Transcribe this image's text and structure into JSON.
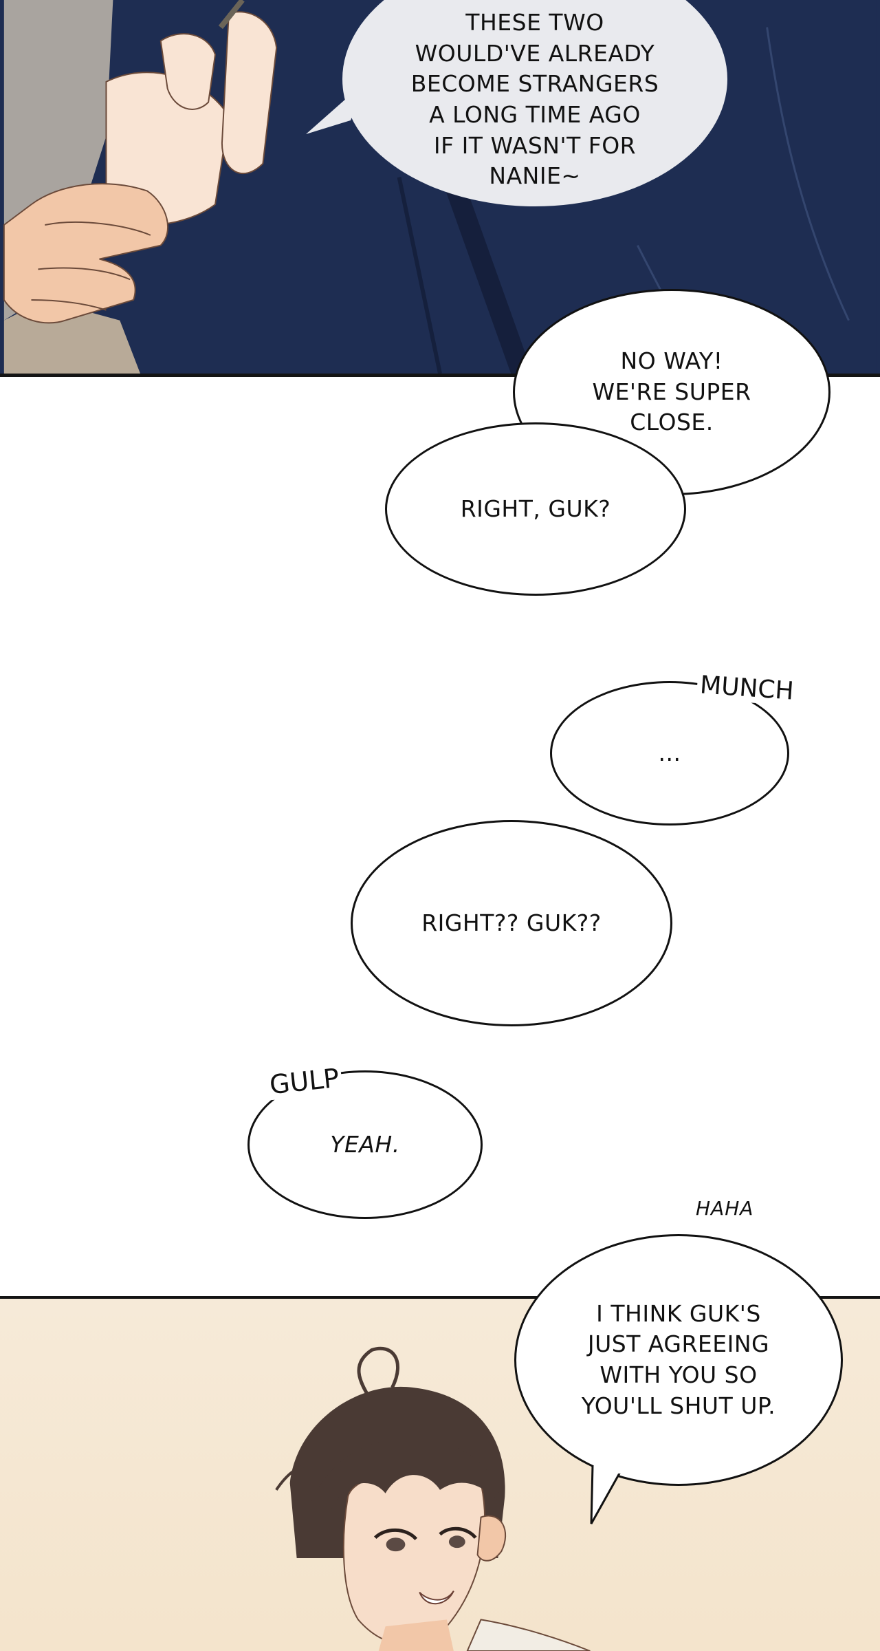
{
  "bubbles": {
    "strangers": {
      "lines": [
        "THESE TWO",
        "WOULD'VE ALREADY",
        "BECOME STRANGERS",
        "A LONG TIME AGO",
        "IF IT WASN'T FOR",
        "NANIE~"
      ]
    },
    "no_way": {
      "lines": [
        "NO WAY!",
        "WE'RE SUPER",
        "CLOSE."
      ]
    },
    "right_guk": {
      "text": "RIGHT, GUK?"
    },
    "ellipsis": {
      "text": "..."
    },
    "right_guk_2": {
      "text": "RIGHT?? GUK??"
    },
    "yeah": {
      "text": "YEAH."
    },
    "shut_up": {
      "lines": [
        "I THINK GUK'S",
        "JUST AGREEING",
        "WITH YOU SO",
        "YOU'LL SHUT UP."
      ]
    }
  },
  "sfx": {
    "munch": "MUNCH",
    "gulp": "GULP",
    "haha": "HAHA"
  },
  "colors": {
    "jacket_navy": "#1e2d52",
    "bubble_gray": "#e9eaee",
    "skin": "#f7ddc9",
    "hair": "#4a3a34",
    "bottom_panel": "#f6ead8"
  }
}
